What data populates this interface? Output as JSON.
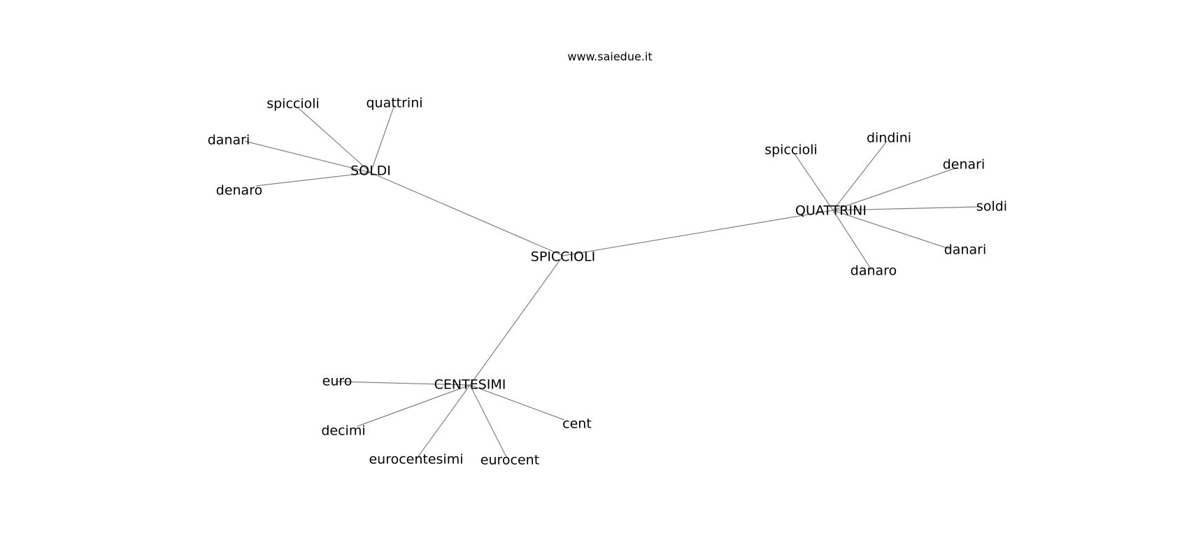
{
  "source_label": "www.saiedue.it",
  "root": "SPICCIOLI",
  "hubs": [
    {
      "label": "SOLDI",
      "leaves": [
        "spiccioli",
        "quattrini",
        "danari",
        "denaro"
      ]
    },
    {
      "label": "QUATTRINI",
      "leaves": [
        "spiccioli",
        "dindini",
        "denari",
        "soldi",
        "danari",
        "danaro"
      ]
    },
    {
      "label": "CENTESIMI",
      "leaves": [
        "euro",
        "decimi",
        "eurocentesimi",
        "eurocent",
        "cent"
      ]
    }
  ]
}
